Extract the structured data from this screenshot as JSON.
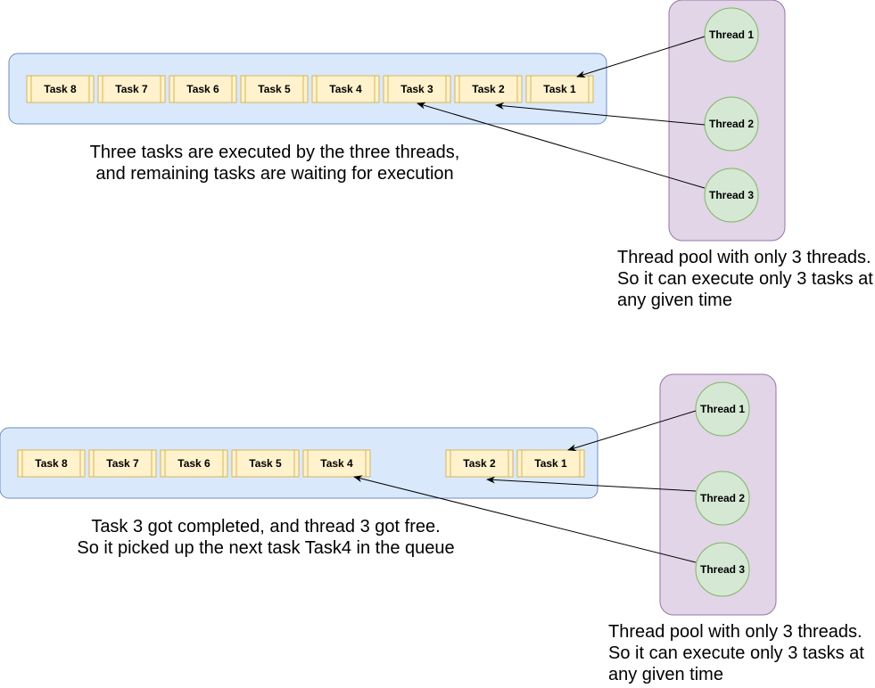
{
  "scenario_1": {
    "tasks": [
      "Task 8",
      "Task 7",
      "Task 6",
      "Task 5",
      "Task 4",
      "Task 3",
      "Task 2",
      "Task 1"
    ],
    "threads": [
      "Thread 1",
      "Thread 2",
      "Thread 3"
    ],
    "queue_caption": [
      "Three tasks are executed by the three threads,",
      "and remaining tasks are waiting for execution"
    ],
    "pool_caption": [
      "Thread pool with only 3 threads.",
      "So it can execute only 3 tasks at",
      "any given time"
    ]
  },
  "scenario_2": {
    "tasks": [
      "Task 8",
      "Task 7",
      "Task 6",
      "Task 5",
      "Task 4",
      "Task 2",
      "Task 1"
    ],
    "threads": [
      "Thread 1",
      "Thread 2",
      "Thread 3"
    ],
    "queue_caption": [
      "Task 3 got completed, and thread 3 got free.",
      "So it picked up the next task Task4 in the queue"
    ],
    "pool_caption": [
      "Thread pool with only 3 threads.",
      "So it can execute only 3 tasks at",
      "any given time"
    ]
  },
  "colors": {
    "queue_fill": "#dae8fc",
    "queue_stroke": "#6c8ebf",
    "pool_fill": "#e1d5e7",
    "pool_stroke": "#9673a6",
    "task_fill": "#fff2cc",
    "task_stroke": "#d6b656",
    "thread_fill": "#d5e8d4",
    "thread_stroke": "#82b366"
  }
}
